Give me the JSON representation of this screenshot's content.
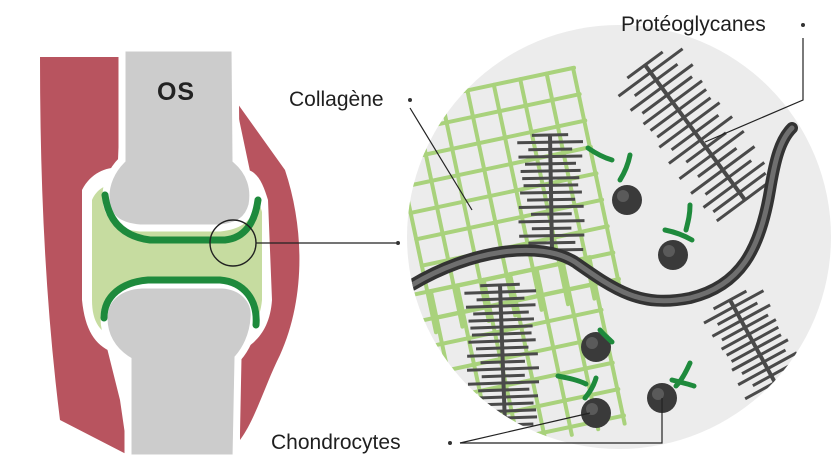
{
  "labels": {
    "os": "OS",
    "collagen": "Collagène",
    "proteoglycans": "Protéoglycanes",
    "chondrocytes": "Chondrocytes"
  },
  "colors": {
    "muscle": "#b8545f",
    "bone": "#cccccc",
    "cartilage": "#c6dca0",
    "cartilage_line": "#1e8a3c",
    "collagen_fibre": "#a9d27c",
    "circle_bg": "#ececec",
    "dark": "#4a4a4a"
  }
}
